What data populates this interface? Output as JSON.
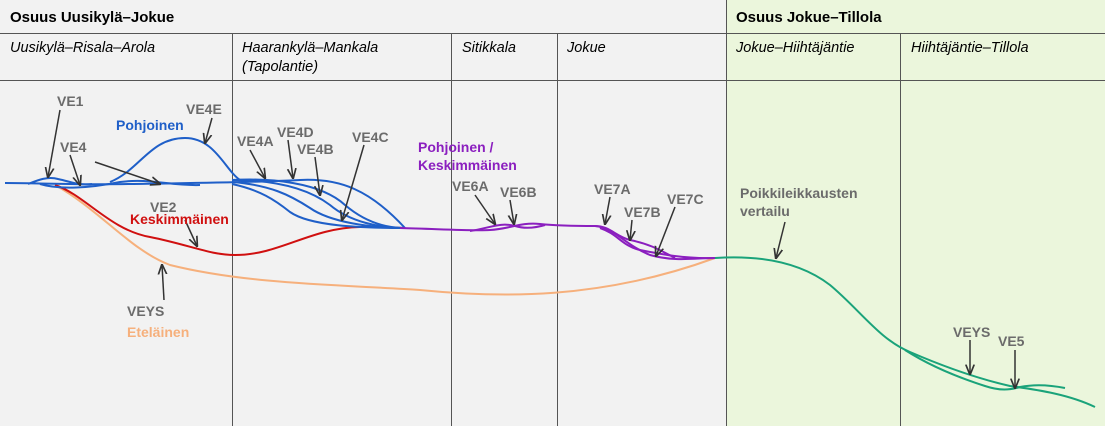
{
  "headers": {
    "left": "Osuus Uusikylä–Jokue",
    "right": "Osuus Jokue–Tillola"
  },
  "sections": {
    "s1": "Uusikylä–Risala–Arola",
    "s2_line1": "Haarankylä–Mankala",
    "s2_line2": "(Tapolantie)",
    "s3": "Sitikkala",
    "s4": "Jokue",
    "s5": "Jokue–Hiihtäjäntie",
    "s6": "Hiihtäjäntie–Tillola"
  },
  "labels": {
    "ve1": "VE1",
    "ve4": "VE4",
    "ve4e": "VE4E",
    "pohjoinen": "Pohjoinen",
    "ve4a": "VE4A",
    "ve4d": "VE4D",
    "ve4b": "VE4B",
    "ve4c": "VE4C",
    "pohj_kesk_1": "Pohjoinen /",
    "pohj_kesk_2": "Keskimmäinen",
    "ve6a": "VE6A",
    "ve6b": "VE6B",
    "ve7a": "VE7A",
    "ve7b": "VE7B",
    "ve7c": "VE7C",
    "ve2": "VE2",
    "keskimmainen": "Keskimmäinen",
    "veys": "VEYS",
    "etelainen": "Eteläinen",
    "poikki_1": "Poikkileikkausten",
    "poikki_2": "vertailu",
    "veys_right": "VEYS",
    "ve5": "VE5"
  },
  "colors": {
    "blue": "#1f5fc8",
    "red": "#d01010",
    "orange": "#f6b07c",
    "purple": "#8b1fbf",
    "teal": "#1aa37a",
    "gray_label": "#6b6b6b",
    "green_bg": "#ebf6dc"
  }
}
